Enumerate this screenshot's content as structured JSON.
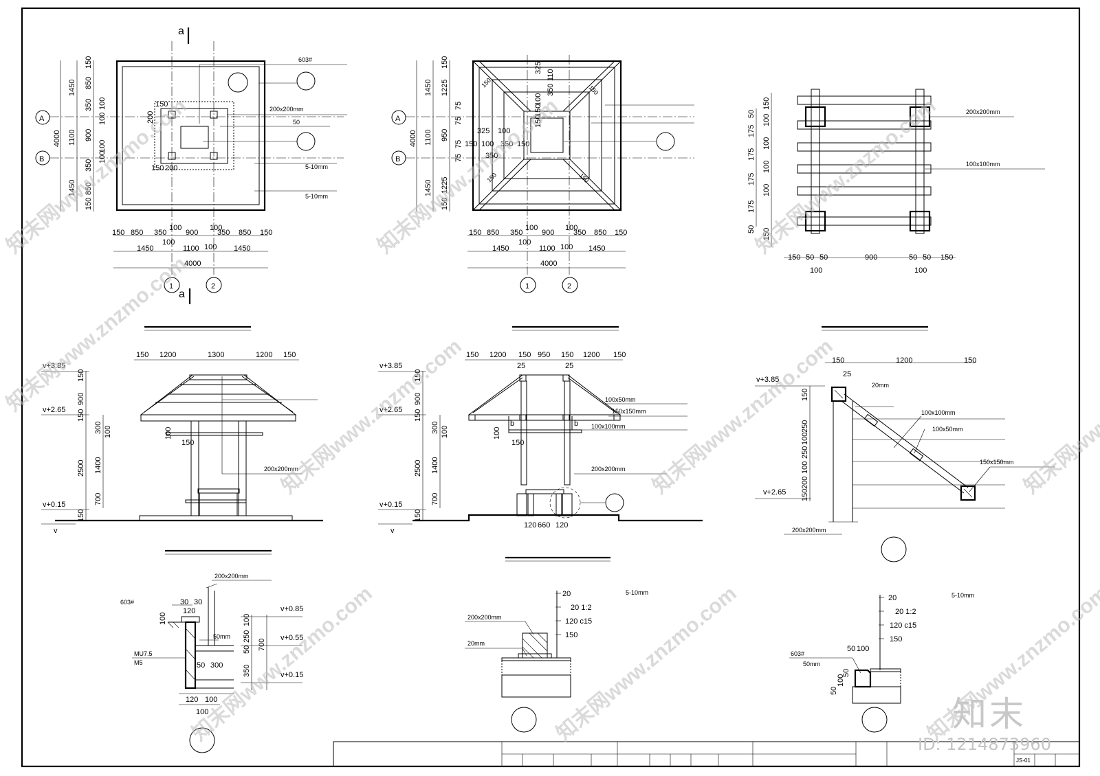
{
  "plan_left": {
    "axis_rows": [
      "A",
      "B"
    ],
    "axis_cols": [
      "1",
      "2"
    ],
    "section_mark": "a",
    "dims_top": [
      "150",
      "850",
      "350",
      "100",
      "900",
      "100",
      "350",
      "850",
      "150"
    ],
    "dims_mid": [
      "1450",
      "1100",
      "1450"
    ],
    "dims_mid_small": [
      "100",
      "100"
    ],
    "dim_total": "4000",
    "dims_left_outer": [
      "1450",
      "1100",
      "1450"
    ],
    "dims_left_inner": [
      "150",
      "850",
      "350",
      "100",
      "900",
      "100",
      "350",
      "850",
      "150"
    ],
    "dims_left_small": [
      "100",
      "100"
    ],
    "dims_inner": [
      "150",
      "200",
      "150",
      "200"
    ],
    "labels": [
      "603#",
      "200x200mm",
      "50",
      "5-10mm",
      "5-10mm"
    ]
  },
  "plan_mid": {
    "axis_rows": [
      "A",
      "B"
    ],
    "axis_cols": [
      "1",
      "2"
    ],
    "dims_bottom": [
      "150",
      "850",
      "350",
      "100",
      "900",
      "100",
      "350",
      "850",
      "150"
    ],
    "dims_mid": [
      "1450",
      "1100",
      "1450"
    ],
    "dims_mid_small": [
      "100",
      "100"
    ],
    "dim_total": "4000",
    "dims_left_outer": [
      "1450",
      "1100",
      "1450"
    ],
    "dims_left_inner": [
      "150",
      "1225",
      "75",
      "75",
      "950",
      "75",
      "75",
      "1225",
      "150"
    ],
    "dim_left_total": "4000",
    "dims_inside": [
      "325",
      "100",
      "150",
      "100",
      "350",
      "150",
      "350",
      "100",
      "350",
      "150",
      "110",
      "150",
      "325"
    ],
    "dims_diag": [
      "150",
      "150",
      "150",
      "150"
    ]
  },
  "plan_right": {
    "dims_bottom": [
      "150",
      "50",
      "50",
      "900",
      "50",
      "50",
      "150"
    ],
    "dims_bottom_small": [
      "100",
      "100"
    ],
    "dims_left": [
      "150",
      "50",
      "100",
      "175",
      "100",
      "175",
      "100",
      "175",
      "100",
      "175",
      "50",
      "150"
    ],
    "labels": [
      "200x200mm",
      "100x100mm"
    ]
  },
  "elev_left": {
    "levels": [
      "v+3.85",
      "v+2.65",
      "v+0.15",
      "v"
    ],
    "dims_top": [
      "150",
      "1200",
      "1300",
      "1200",
      "150"
    ],
    "dims_left": [
      "150",
      "900",
      "150",
      "2500",
      "700",
      "150"
    ],
    "dims_left_inner": [
      "300",
      "1400",
      "100"
    ],
    "dims_inner": [
      "100",
      "150"
    ],
    "labels": [
      "200x200mm"
    ]
  },
  "elev_mid": {
    "levels": [
      "v+3.85",
      "v+2.65",
      "v+0.15",
      "v"
    ],
    "dims_top": [
      "150",
      "1200",
      "150",
      "950",
      "150",
      "1200",
      "150"
    ],
    "dims_top_small": [
      "25",
      "25"
    ],
    "dims_left": [
      "150",
      "900",
      "150",
      "2500",
      "700",
      "150"
    ],
    "dims_left_inner": [
      "300",
      "1400",
      "100"
    ],
    "dims_inner": [
      "100",
      "150"
    ],
    "dims_bottom": [
      "120",
      "660",
      "120"
    ],
    "section_mark": "b",
    "labels": [
      "100x50mm",
      "150x150mm",
      "100x100mm",
      "200x200mm"
    ]
  },
  "detail_roof": {
    "levels": [
      "v+3.85",
      "v+2.65"
    ],
    "dims_top": [
      "150",
      "1200",
      "150"
    ],
    "dims_top_small": [
      "25"
    ],
    "dims_left": [
      "150",
      "250",
      "100",
      "250",
      "100",
      "200",
      "150"
    ],
    "labels": [
      "20mm",
      "100x100mm",
      "100x50mm",
      "150x150mm",
      "200x200mm"
    ]
  },
  "detail_bench": {
    "labels": [
      "200x200mm",
      "603#",
      "50mm",
      "MU7.5",
      "M5"
    ],
    "dims_top": [
      "30",
      "30",
      "120"
    ],
    "dims_left": [
      "100"
    ],
    "dims_inner": [
      "50",
      "300"
    ],
    "dims_bottom": [
      "120",
      "100"
    ],
    "dims_bottom_total": "100",
    "dims_right": [
      "100",
      "250",
      "50",
      "700",
      "350"
    ],
    "levels": [
      "v+0.85",
      "v+0.55",
      "v+0.15"
    ]
  },
  "detail_footing": {
    "labels": [
      "200x200mm",
      "20mm",
      "5-10mm"
    ],
    "layers": [
      "20",
      "20  1:2",
      "120  c15",
      "150"
    ]
  },
  "detail_edge": {
    "labels": [
      "603#",
      "50mm",
      "5-10mm"
    ],
    "layers": [
      "20",
      "20  1:2",
      "120  c15",
      "150"
    ],
    "dims": [
      "50",
      "100",
      "50",
      "100",
      "50"
    ]
  },
  "title_block": {
    "drawing_no": "JS-01"
  },
  "watermark": {
    "text": "知末网www.znzmo.com",
    "brand": "知末",
    "id": "ID: 1214873960"
  }
}
